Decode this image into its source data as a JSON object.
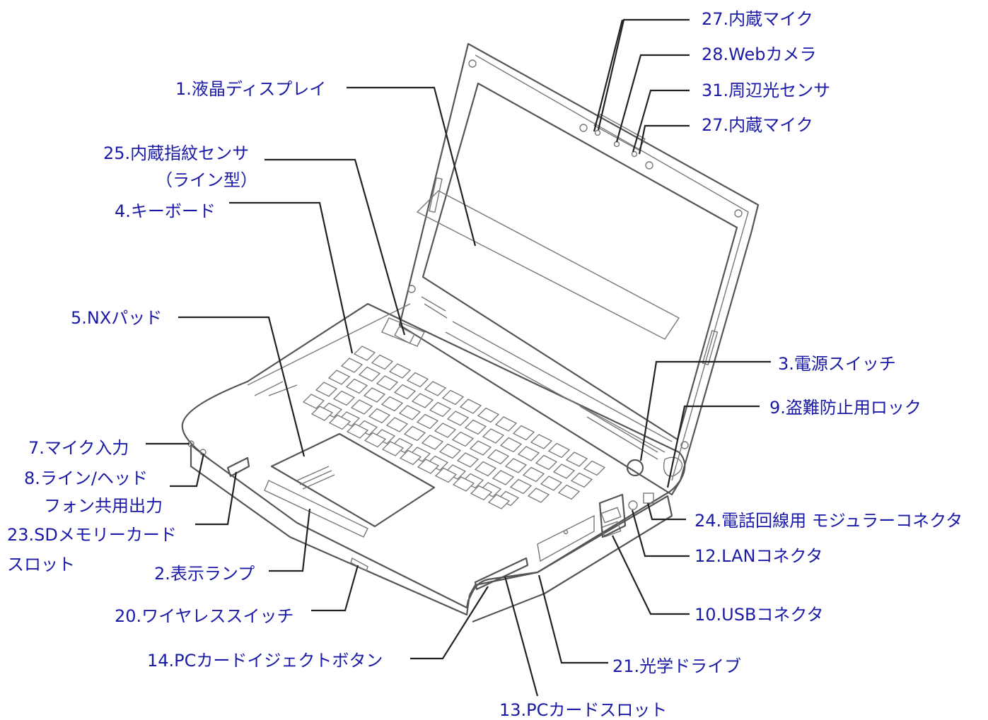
{
  "labels": {
    "mic_top_1": "27.内蔵マイク",
    "webcam": "28.Webカメラ",
    "ambient_sensor": "31.周辺光センサ",
    "mic_top_2": "27.内蔵マイク",
    "lcd": "1.液晶ディスプレイ",
    "fingerprint_1": "25.内蔵指紋センサ",
    "fingerprint_2": "（ライン型）",
    "keyboard": "4.キーボード",
    "nxpad": "5.NXパッド",
    "power_switch": "3.電源スイッチ",
    "security_lock": "9.盗難防止用ロック",
    "mic_in": "7.マイク入力",
    "line_out_1": "8.ライン/ヘッド",
    "line_out_2": "フォン共用出力",
    "sd_slot_1": "23.SDメモリーカード",
    "sd_slot_2": "スロット",
    "phone_jack": "24.電話回線用 モジュラーコネクタ",
    "lan": "12.LANコネクタ",
    "indicator": "2.表示ランプ",
    "wireless_switch": "20.ワイヤレススイッチ",
    "usb": "10.USBコネクタ",
    "pc_eject": "14.PCカードイジェクトボタン",
    "optical": "21.光学ドライブ",
    "pc_slot": "13.PCカードスロット"
  },
  "colors": {
    "label": "#1a1aa6",
    "line": "#222222",
    "outline": "#555555"
  }
}
